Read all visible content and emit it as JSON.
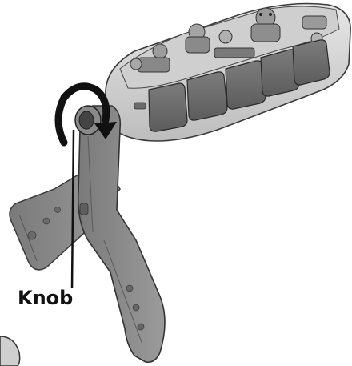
{
  "illustration": {
    "subject": "toy-piano-with-stand",
    "callout": {
      "label": "Knob"
    },
    "keys_count": 5,
    "rotation_arrow": "clockwise"
  }
}
